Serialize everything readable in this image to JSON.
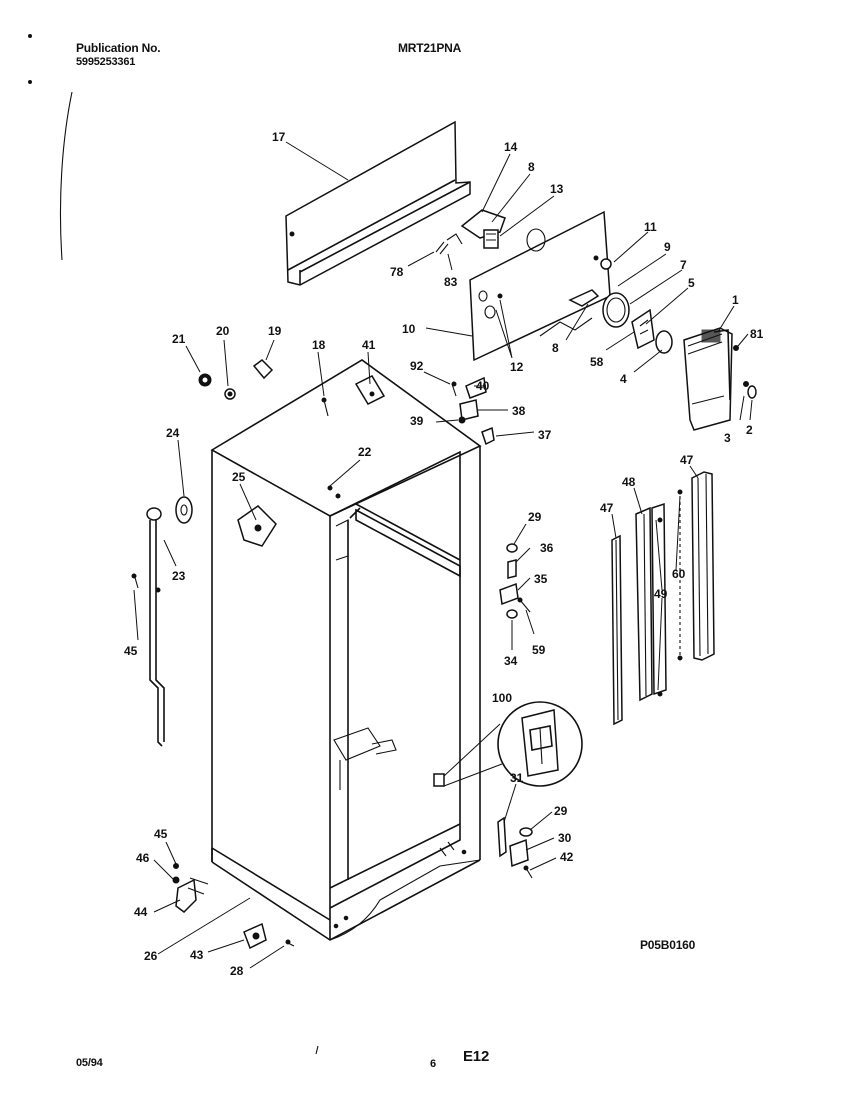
{
  "header": {
    "publication_label": "Publication No.",
    "publication_number": "5995253361",
    "model": "MRT21PNA"
  },
  "diagram": {
    "reference_code": "P05B0160",
    "callouts": [
      "17",
      "14",
      "8",
      "13",
      "11",
      "9",
      "7",
      "5",
      "1",
      "81",
      "78",
      "83",
      "10",
      "8",
      "58",
      "12",
      "4",
      "3",
      "2",
      "21",
      "20",
      "19",
      "18",
      "41",
      "92",
      "40",
      "38",
      "39",
      "37",
      "24",
      "25",
      "22",
      "29",
      "36",
      "35",
      "59",
      "34",
      "48",
      "47",
      "47",
      "60",
      "49",
      "23",
      "45",
      "100",
      "31",
      "29",
      "30",
      "42",
      "45",
      "46",
      "44",
      "26",
      "43",
      "28"
    ]
  },
  "footer": {
    "date": "05/94",
    "page": "6",
    "section": "E12"
  }
}
